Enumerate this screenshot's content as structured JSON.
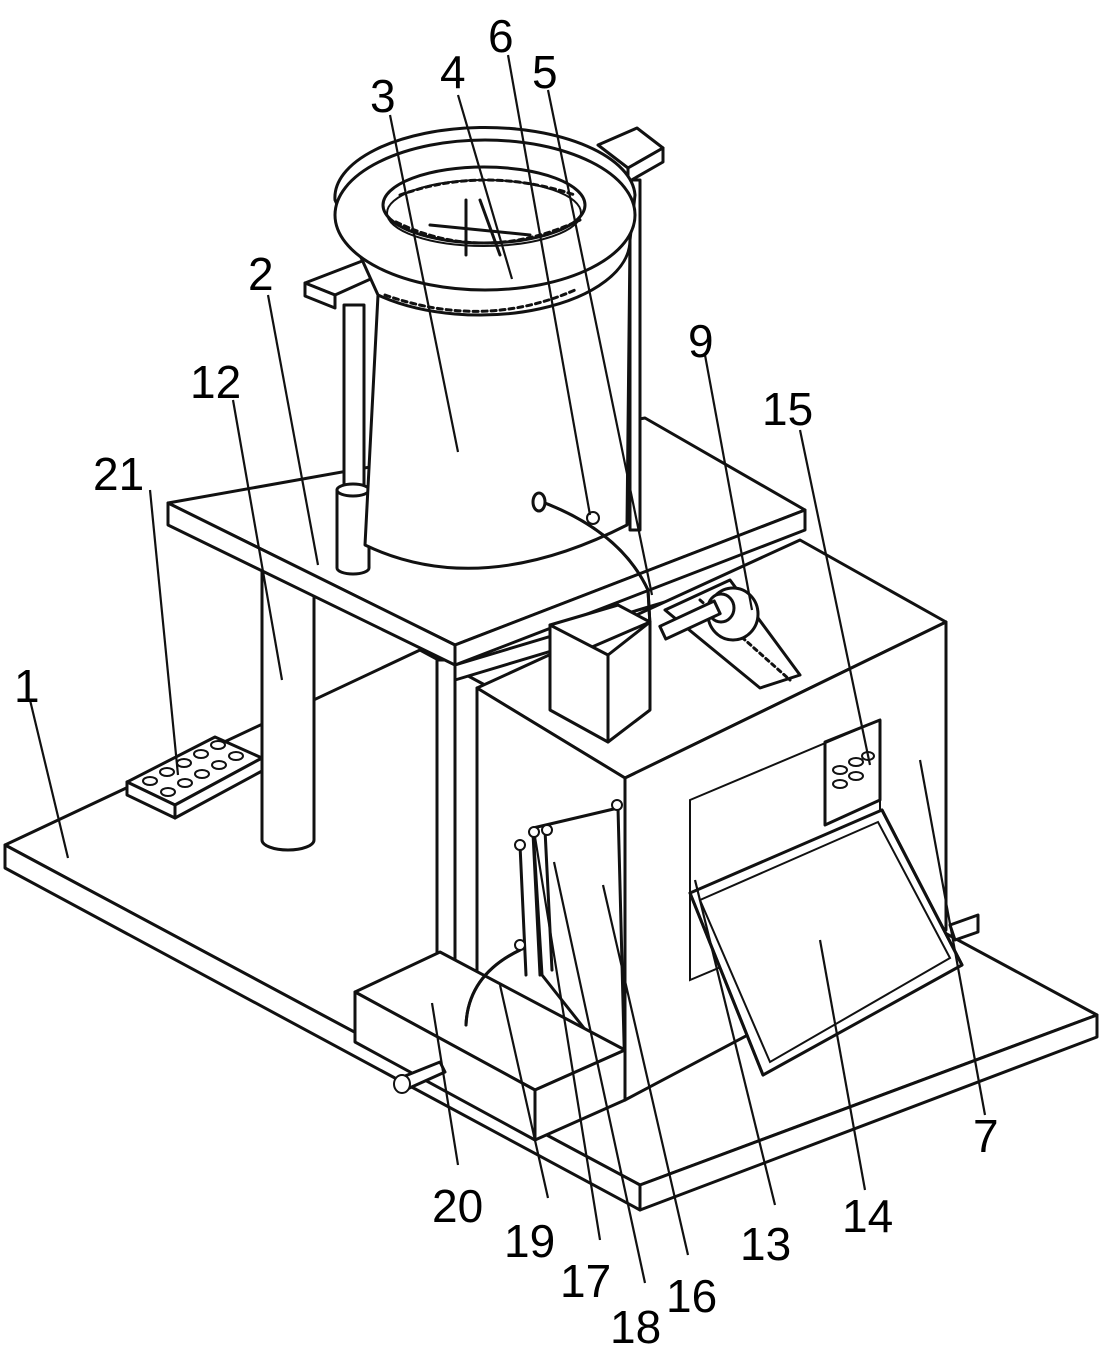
{
  "labels": {
    "l1": "1",
    "l2": "2",
    "l3": "3",
    "l4": "4",
    "l5": "5",
    "l6": "6",
    "l7": "7",
    "l9": "9",
    "l12": "12",
    "l13": "13",
    "l14": "14",
    "l15": "15",
    "l16": "16",
    "l17": "17",
    "l18": "18",
    "l19": "19",
    "l20": "20",
    "l21": "21"
  }
}
